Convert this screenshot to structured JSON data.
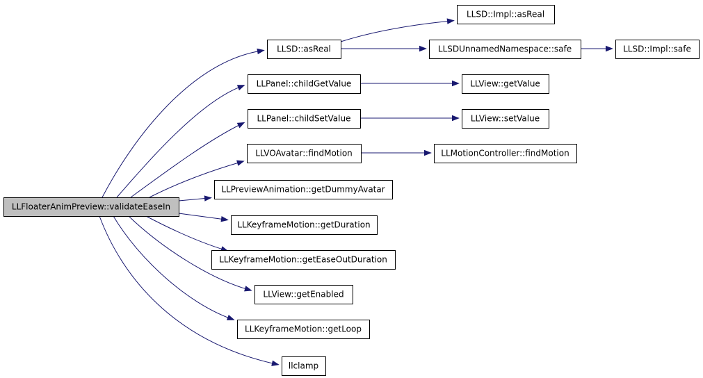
{
  "nodes": [
    {
      "id": "root",
      "label": "LLFloaterAnimPreview::validateEaseIn"
    },
    {
      "id": "impl_asreal",
      "label": "LLSD::Impl::asReal"
    },
    {
      "id": "llsd_asreal",
      "label": "LLSD::asReal"
    },
    {
      "id": "unnamed_safe",
      "label": "LLSDUnnamedNamespace::safe"
    },
    {
      "id": "impl_safe",
      "label": "LLSD::Impl::safe"
    },
    {
      "id": "child_get",
      "label": "LLPanel::childGetValue"
    },
    {
      "id": "view_get",
      "label": "LLView::getValue"
    },
    {
      "id": "child_set",
      "label": "LLPanel::childSetValue"
    },
    {
      "id": "view_set",
      "label": "LLView::setValue"
    },
    {
      "id": "avatar_find",
      "label": "LLVOAvatar::findMotion"
    },
    {
      "id": "mc_find",
      "label": "LLMotionController::findMotion"
    },
    {
      "id": "dummy",
      "label": "LLPreviewAnimation::getDummyAvatar"
    },
    {
      "id": "kf_duration",
      "label": "LLKeyframeMotion::getDuration"
    },
    {
      "id": "kf_easeout",
      "label": "LLKeyframeMotion::getEaseOutDuration"
    },
    {
      "id": "view_enabled",
      "label": "LLView::getEnabled"
    },
    {
      "id": "kf_loop",
      "label": "LLKeyframeMotion::getLoop"
    },
    {
      "id": "llclamp",
      "label": "llclamp"
    }
  ],
  "edges": [
    {
      "from": "root",
      "to": "llsd_asreal"
    },
    {
      "from": "root",
      "to": "child_get"
    },
    {
      "from": "root",
      "to": "child_set"
    },
    {
      "from": "root",
      "to": "avatar_find"
    },
    {
      "from": "root",
      "to": "dummy"
    },
    {
      "from": "root",
      "to": "kf_duration"
    },
    {
      "from": "root",
      "to": "kf_easeout"
    },
    {
      "from": "root",
      "to": "view_enabled"
    },
    {
      "from": "root",
      "to": "kf_loop"
    },
    {
      "from": "root",
      "to": "llclamp"
    },
    {
      "from": "llsd_asreal",
      "to": "impl_asreal"
    },
    {
      "from": "llsd_asreal",
      "to": "unnamed_safe"
    },
    {
      "from": "unnamed_safe",
      "to": "impl_safe"
    },
    {
      "from": "child_get",
      "to": "view_get"
    },
    {
      "from": "child_set",
      "to": "view_set"
    },
    {
      "from": "avatar_find",
      "to": "mc_find"
    }
  ],
  "colors": {
    "edge": "#191970",
    "root_fill": "#bfbfbf",
    "node_fill": "#ffffff",
    "node_border": "#000000"
  }
}
